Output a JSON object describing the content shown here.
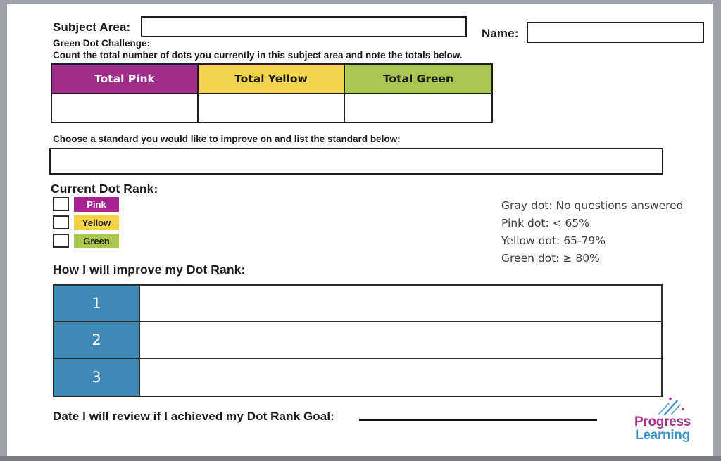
{
  "header": {
    "subject_area_label": "Subject Area:",
    "subject_area_value": "",
    "name_label": "Name:",
    "name_value": "",
    "challenge_label": "Green Dot Challenge:",
    "instruction": "Count the total number of dots you currently in this subject area and note the totals below."
  },
  "totals_table": {
    "columns": [
      {
        "label": "Total Pink",
        "color": "#9f2d89",
        "text_color": "#ffffff",
        "value": ""
      },
      {
        "label": "Total Yellow",
        "color": "#f3d44a",
        "text_color": "#1c1c1c",
        "value": ""
      },
      {
        "label": "Total Green",
        "color": "#a7c74f",
        "text_color": "#1c1c1c",
        "value": ""
      }
    ]
  },
  "standard": {
    "prompt": "Choose a standard you would like to improve on and list the standard below:",
    "value": ""
  },
  "current_dot_rank": {
    "label": "Current Dot Rank:",
    "options": [
      {
        "label": "Pink",
        "color": "#a82391",
        "text_color": "#ffffff",
        "checked": false
      },
      {
        "label": "Yellow",
        "color": "#f5d34a",
        "text_color": "#1c1c1c",
        "checked": false
      },
      {
        "label": "Green",
        "color": "#aac84e",
        "text_color": "#1c1c1c",
        "checked": false
      }
    ]
  },
  "legend": {
    "lines": [
      "Gray dot: No questions answered",
      "Pink dot: < 65%",
      "Yellow dot: 65-79%",
      "Green dot: ≥ 80%"
    ]
  },
  "improvement": {
    "label": "How I will improve my Dot Rank:",
    "number_color": "#3e89b8",
    "rows": [
      {
        "number": "1",
        "text": ""
      },
      {
        "number": "2",
        "text": ""
      },
      {
        "number": "3",
        "text": ""
      }
    ]
  },
  "footer": {
    "date_prompt": "Date I will review if I achieved my Dot Rank Goal:",
    "date_value": ""
  },
  "logo": {
    "icon": "shooting-star-icon",
    "line1": "Progress",
    "line2": "Learning",
    "line1_color": "#a43389",
    "line2_color": "#3e93c6"
  }
}
